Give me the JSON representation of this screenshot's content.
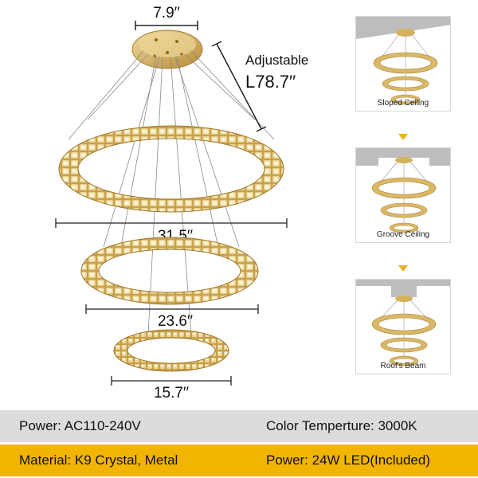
{
  "dimensions": {
    "canopy_width": "7.9′′",
    "adjustable_label": "Adjustable",
    "adjustable_length": "L78.7′′",
    "ring_large": "31.5′′",
    "ring_medium": "23.6′′",
    "ring_small": "15.7′′"
  },
  "installations": [
    {
      "caption": "Sloped Ceiling"
    },
    {
      "caption": "Groove Ceiling"
    },
    {
      "caption": "Roof's Beam"
    }
  ],
  "specs": {
    "power_range": "Power: AC110-240V",
    "color_temperature": "Color Temperture: 3000K",
    "material": "Material: K9 Crystal, Metal",
    "power_led": "Power: 24W LED(Included)"
  },
  "colors": {
    "gold": "#c9a04a",
    "spec_bar_gray": "#dcdcdc",
    "spec_bar_yellow": "#f1b400",
    "arrow": "#e6b31e"
  }
}
